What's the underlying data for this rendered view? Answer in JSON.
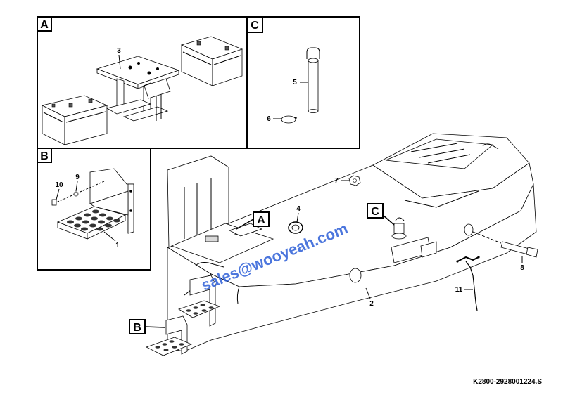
{
  "panels": {
    "a": {
      "title": "A"
    },
    "b": {
      "title": "B"
    },
    "c": {
      "title": "C"
    }
  },
  "callouts": {
    "main_a": "A",
    "main_b": "B",
    "main_c": "C"
  },
  "part_labels": {
    "p1": "1",
    "p2": "2",
    "p3": "3",
    "p4": "4",
    "p5": "5",
    "p6": "6",
    "p7": "7",
    "p8": "8",
    "p9": "9",
    "p10": "10",
    "p11": "11"
  },
  "watermark": "sales@wooyeah.com",
  "drawing_ref": "K2800-2928001224.S"
}
